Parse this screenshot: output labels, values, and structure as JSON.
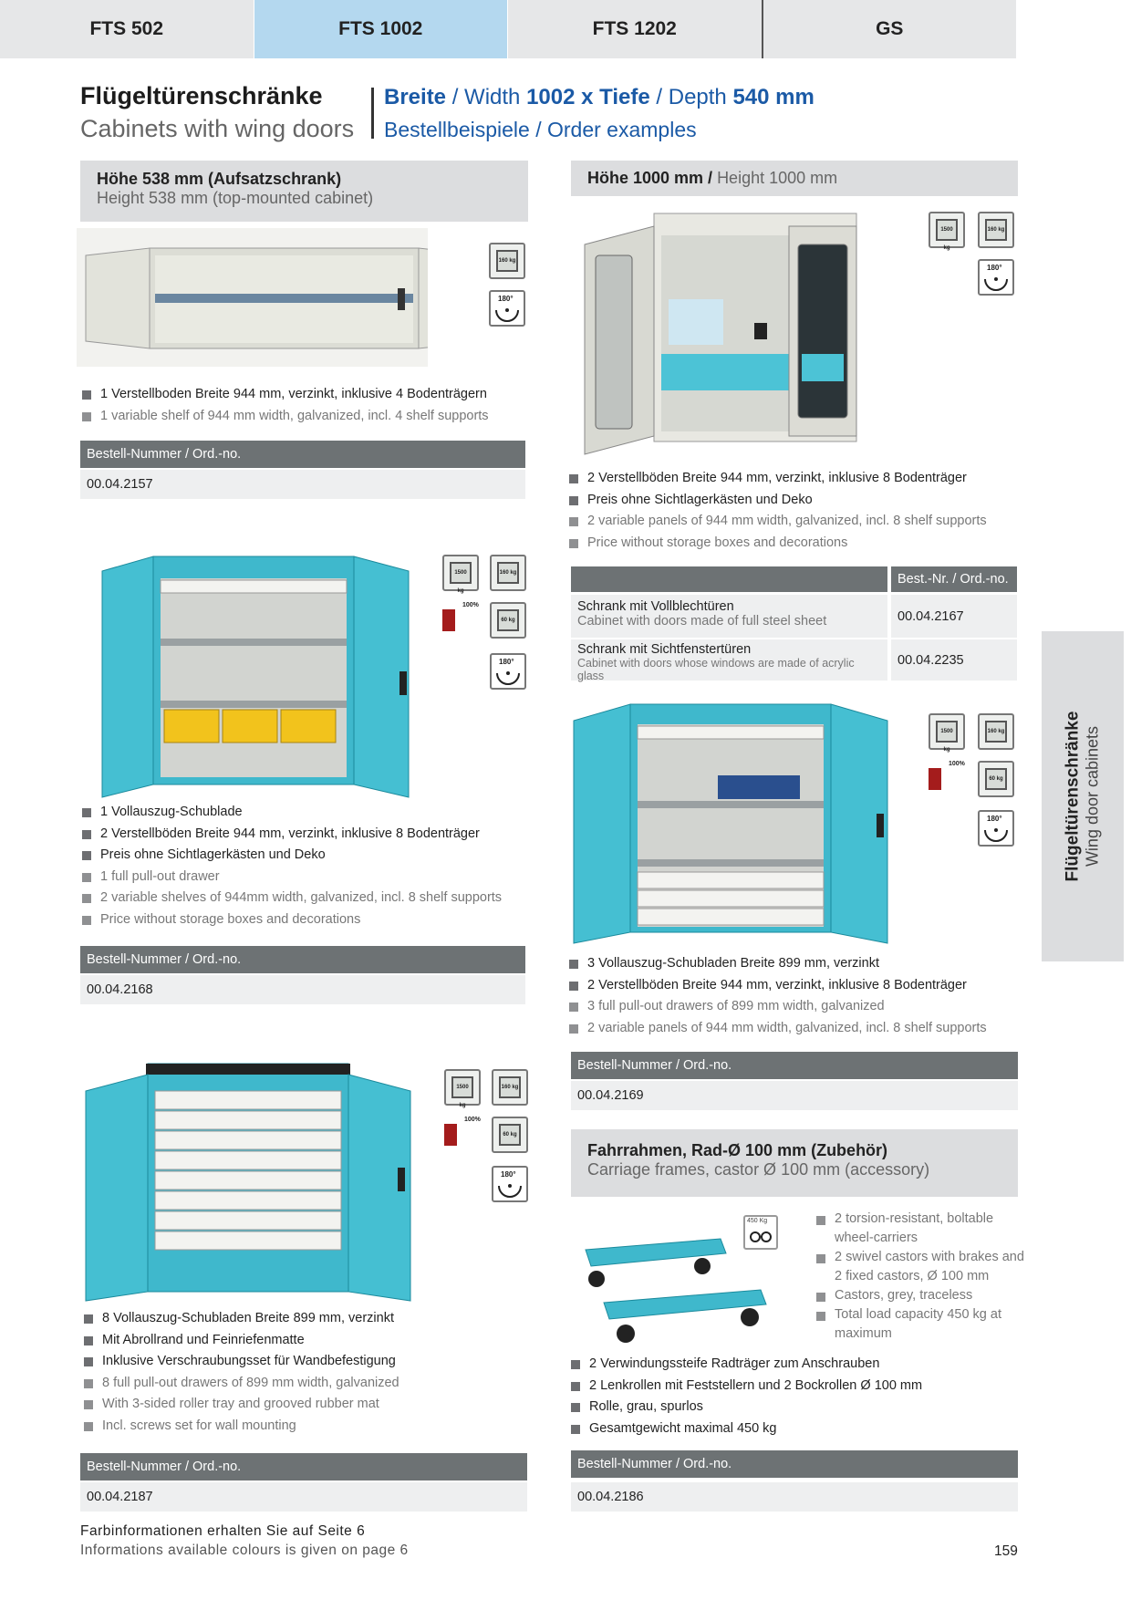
{
  "tabs": [
    "FTS 502",
    "FTS 1002",
    "FTS 1202",
    "GS"
  ],
  "header": {
    "title_de": "Flügeltürenschränke",
    "title_en": "Cabinets with wing doors",
    "dims_breite": "Breite",
    "dims_slash1": " / ",
    "dims_width": "Width ",
    "dims_width_val": "1002 x Tiefe",
    "dims_slash2": " / ",
    "dims_depth": "Depth ",
    "dims_depth_val": "540 mm",
    "sub": "Bestellbeispiele / Order examples"
  },
  "sec538": {
    "de": "Höhe 538 mm (Aufsatzschrank)",
    "en": "Height 538 mm (top-mounted cabinet)",
    "bullets_de": [
      "1 Verstellboden Breite 944 mm, verzinkt, inklusive 4 Bodenträgern"
    ],
    "bullets_en": [
      "1 variable shelf of 944 mm width, galvanized, incl. 4 shelf supports"
    ],
    "order_head": "Bestell-Nummer / Ord.-no.",
    "order_no": "00.04.2157"
  },
  "sec1000": {
    "de": "Höhe 1000 mm / ",
    "en": "Height 1000 mm",
    "bullets_de": [
      "2 Verstellböden Breite 944 mm, verzinkt, inklusive 8 Bodenträger",
      "Preis ohne Sichtlagerkästen und Deko"
    ],
    "bullets_en": [
      "2 variable panels of 944 mm width, galvanized, incl. 8 shelf supports",
      "Price without storage boxes and decorations"
    ],
    "table_head": "Best.-Nr. / Ord.-no.",
    "rows": [
      {
        "de": "Schrank mit Vollblechtüren",
        "en": "Cabinet with doors made of full steel sheet",
        "no": "00.04.2167"
      },
      {
        "de": "Schrank mit Sichtfenstertüren",
        "en": "Cabinet with doors whose windows are made of acrylic glass",
        "no": "00.04.2235"
      }
    ]
  },
  "prod2168": {
    "bullets_de": [
      "1 Vollauszug-Schublade",
      "2 Verstellböden Breite 944 mm, verzinkt, inklusive 8 Bodenträger",
      "Preis ohne Sichtlagerkästen und Deko"
    ],
    "bullets_en": [
      "1 full pull-out drawer",
      "2 variable shelves of 944mm width, galvanized, incl. 8 shelf supports",
      "Price without storage boxes and decorations"
    ],
    "order_head": "Bestell-Nummer / Ord.-no.",
    "order_no": "00.04.2168"
  },
  "prod2169": {
    "bullets_de": [
      "3 Vollauszug-Schubladen Breite 899 mm, verzinkt",
      "2 Verstellböden Breite 944 mm, verzinkt, inklusive 8 Bodenträger"
    ],
    "bullets_en": [
      "3 full pull-out drawers of 899 mm width, galvanized",
      "2 variable panels of 944 mm width, galvanized, incl. 8 shelf supports"
    ],
    "order_head": "Bestell-Nummer / Ord.-no.",
    "order_no": "00.04.2169"
  },
  "prod2187": {
    "bullets_de": [
      "8 Vollauszug-Schubladen Breite 899 mm, verzinkt",
      "Mit Abrollrand und Feinriefenmatte",
      "Inklusive Verschraubungsset für Wandbefestigung"
    ],
    "bullets_en": [
      "8 full pull-out drawers of 899 mm width, galvanized",
      "With 3-sided roller tray and grooved rubber mat",
      "Incl. screws set for wall mounting"
    ],
    "order_head": "Bestell-Nummer / Ord.-no.",
    "order_no": "00.04.2187"
  },
  "carriage": {
    "de": "Fahrrahmen, Rad-Ø 100 mm (Zubehör)",
    "en": "Carriage frames, castor Ø 100 mm (accessory)",
    "icon_label": "450 Kg",
    "bullets_en": [
      "2 torsion-resistant, boltable wheel-carriers",
      "2 swivel castors with brakes and 2 fixed castors, Ø 100 mm",
      "Castors, grey, traceless",
      "Total load capacity 450 kg at maximum"
    ],
    "bullets_de": [
      "2 Verwindungssteife Radträger zum Anschrauben",
      "2 Lenkrollen mit Feststellern und 2 Bockrollen Ø 100 mm",
      "Rolle, grau, spurlos",
      "Gesamtgewicht maximal 450 kg"
    ],
    "order_head": "Bestell-Nummer / Ord.-no.",
    "order_no": "00.04.2186"
  },
  "icons": {
    "load_big": "1500 kg",
    "load_small": "160 kg",
    "rotation": "180°",
    "pct": "100%",
    "load_60": "60 kg"
  },
  "sidebar": {
    "de": "Flügeltürenschränke",
    "en": "Wing door cabinets"
  },
  "footer": {
    "de": "Farbinformationen erhalten Sie auf Seite 6",
    "en": "Informations available colours is given on page 6",
    "page": "159"
  }
}
